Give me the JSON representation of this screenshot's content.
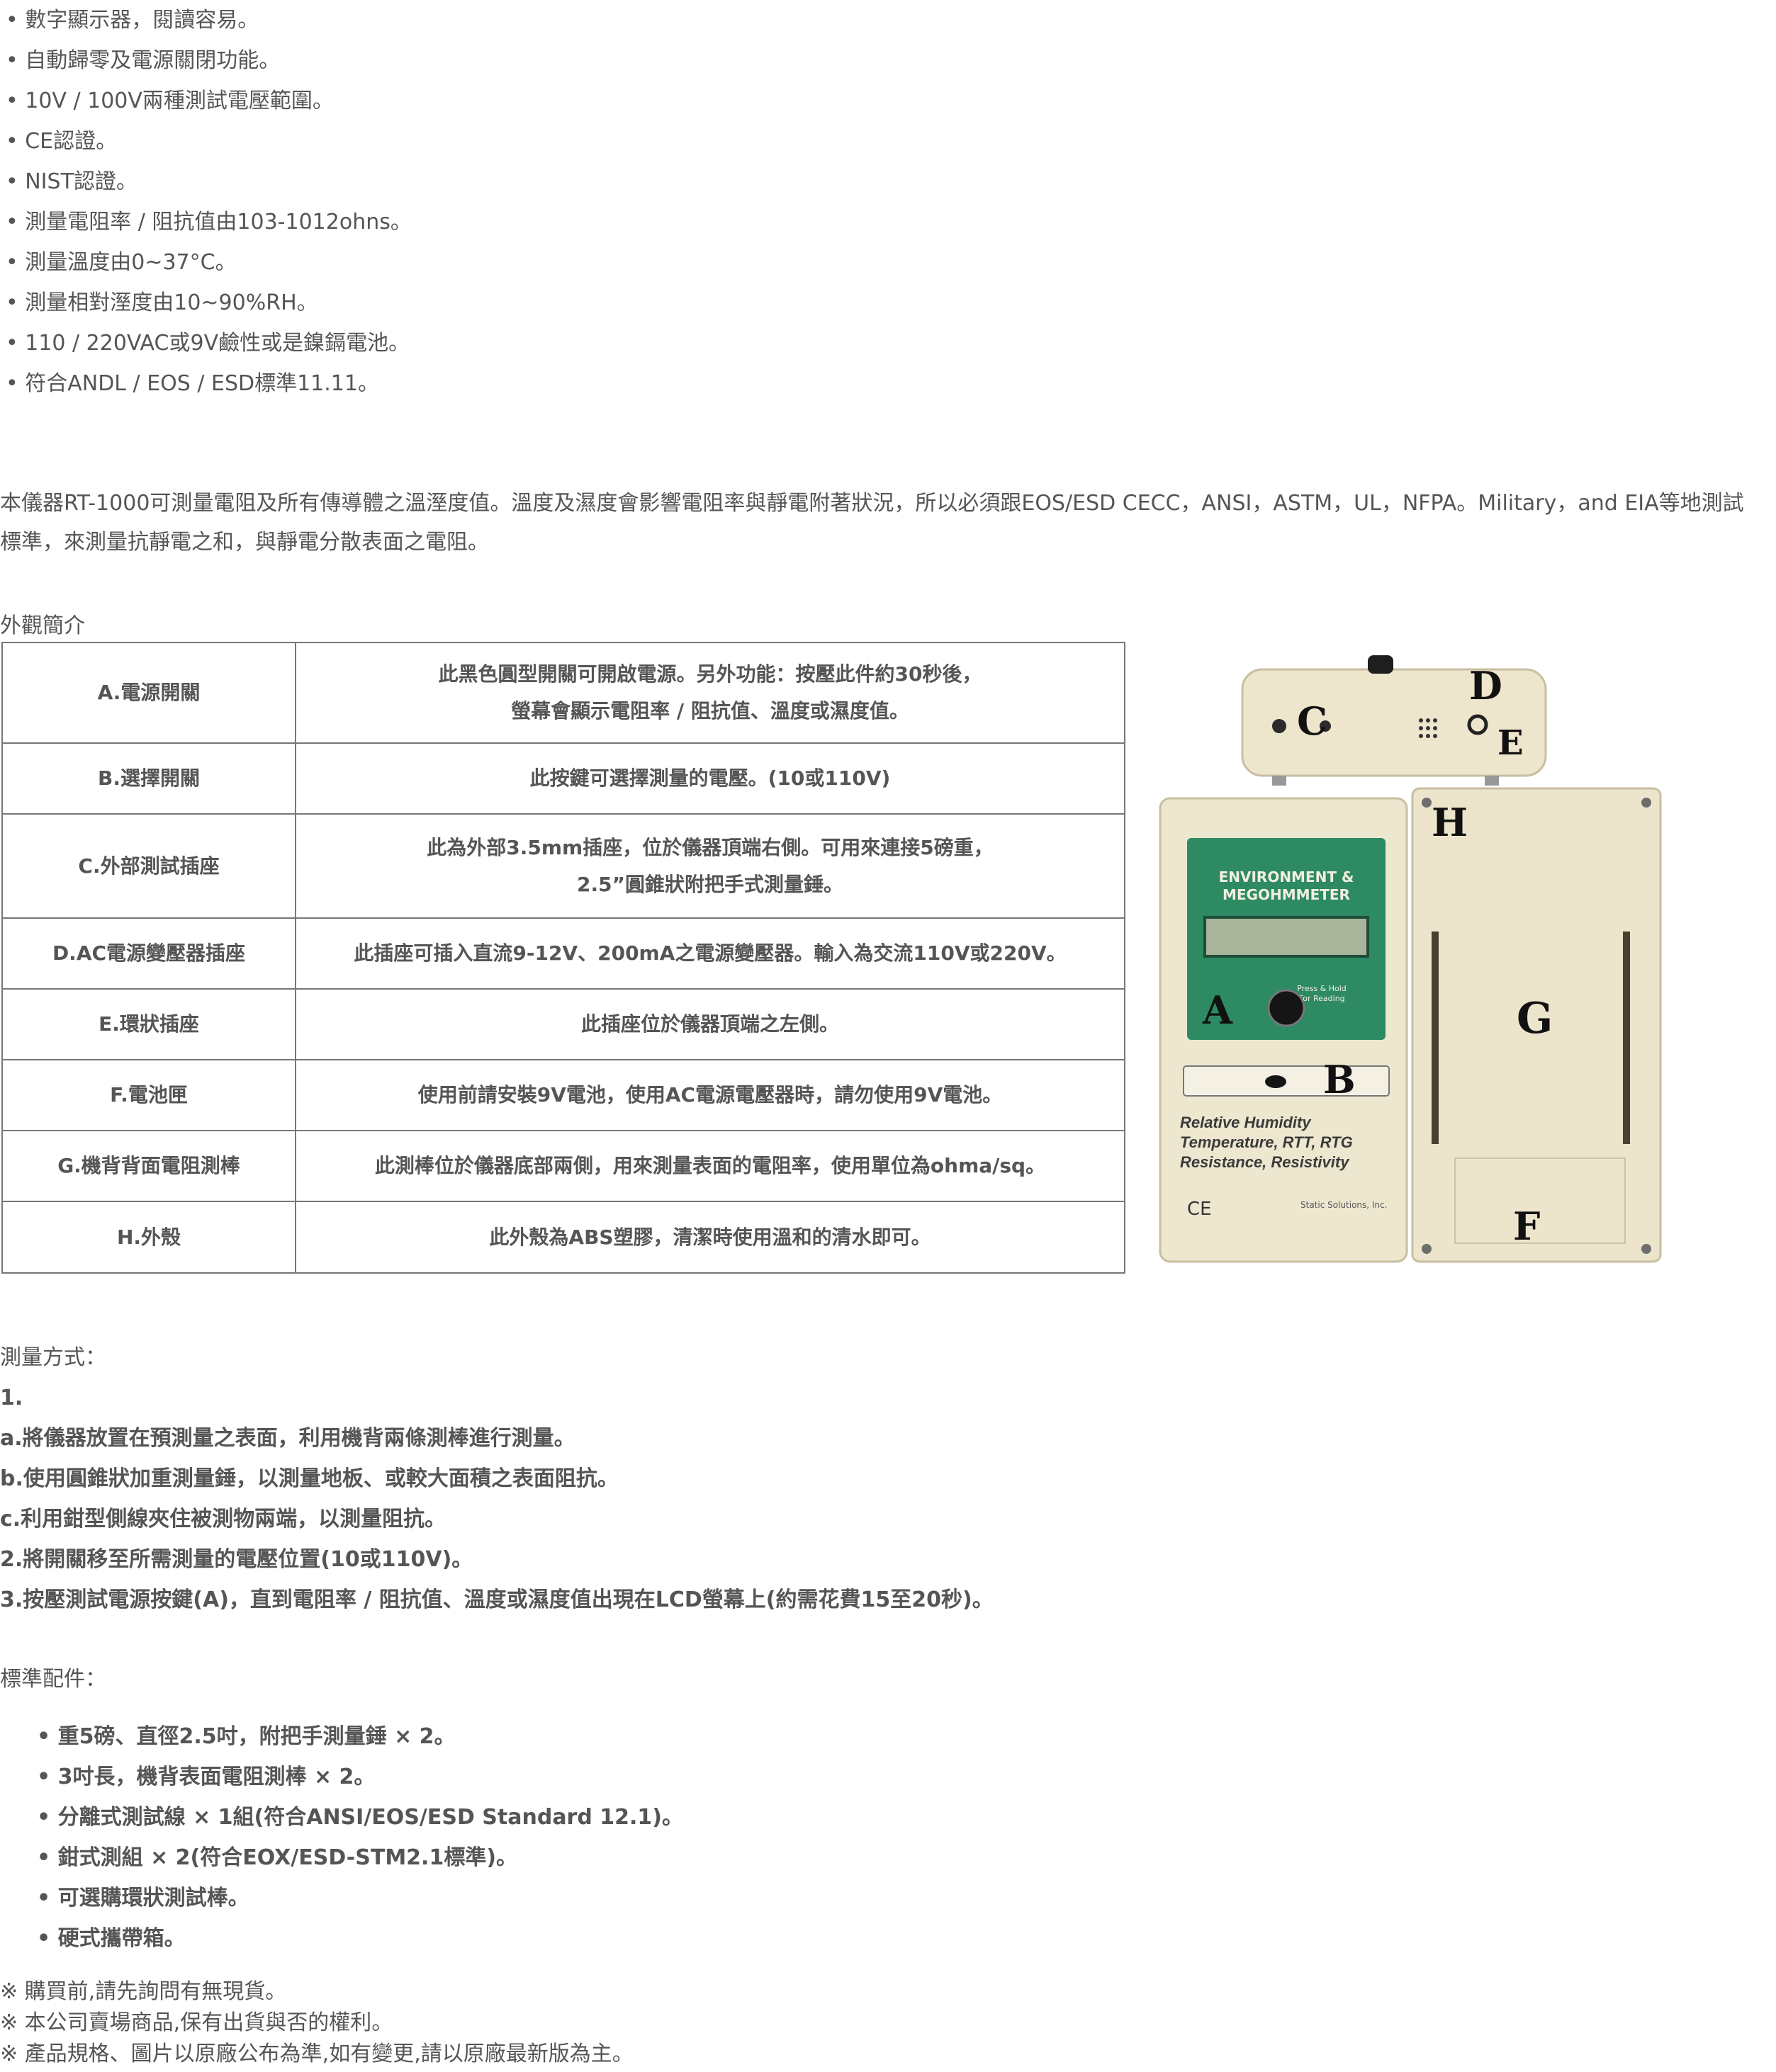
{
  "features": [
    "數字顯示器，閱讀容易。",
    "自動歸零及電源關閉功能。",
    "10V / 100V兩種測試電壓範圍。",
    "CE認證。",
    "NIST認證。",
    "測量電阻率 / 阻抗值由103-1012ohns。",
    "測量溫度由0~37°C。",
    "測量相對溼度由10~90%RH。",
    "110 / 220VAC或9V鹼性或是鎳鎘電池。",
    "符合ANDL / EOS / ESD標準11.11。"
  ],
  "intro": "本儀器RT-1000可測量電阻及所有傳導體之溫溼度值。溫度及濕度會影響電阻率與靜電附著狀況，所以必須跟EOS/ESD CECC，ANSI，ASTM，UL，NFPA。Military，and EIA等地測試標準，來測量抗靜電之和，與靜電分散表面之電阻。",
  "overview_title": "外觀簡介",
  "parts": [
    {
      "name": "A.電源開關",
      "desc": [
        "此黑色圓型開關可開啟電源。另外功能：按壓此件約30秒後，",
        "螢幕會顯示電阻率 / 阻抗值、溫度或濕度值。"
      ]
    },
    {
      "name": "B.選擇開關",
      "desc": [
        "此按鍵可選擇測量的電壓。(10或110V)"
      ]
    },
    {
      "name": "C.外部測試插座",
      "desc": [
        "此為外部3.5mm插座，位於儀器頂端右側。可用來連接5磅重，",
        "2.5”圓錐狀附把手式測量錘。"
      ]
    },
    {
      "name": "D.AC電源變壓器插座",
      "desc": [
        "此插座可插入直流9-12V、200mA之電源變壓器。輸入為交流110V或220V。"
      ]
    },
    {
      "name": "E.環狀插座",
      "desc": [
        "此插座位於儀器頂端之左側。"
      ]
    },
    {
      "name": "F.電池匣",
      "desc": [
        "使用前請安裝9V電池，使用AC電源電壓器時，請勿使用9V電池。"
      ]
    },
    {
      "name": "G.機背背面電阻測棒",
      "desc": [
        "此測棒位於儀器底部兩側，用來測量表面的電阻率，使用單位為ohma/sq。"
      ]
    },
    {
      "name": "H.外殼",
      "desc": [
        "此外殼為ABS塑膠，清潔時使用溫和的清水即可。"
      ]
    }
  ],
  "photo": {
    "labels": [
      "A",
      "B",
      "C",
      "D",
      "E",
      "F",
      "G",
      "H"
    ],
    "panel_title": [
      "ENVIRONMENT &",
      "MEGOHMMETER"
    ],
    "panel_small": [
      "Press & Hold",
      "For Reading"
    ],
    "caption": [
      "Relative  Humidity",
      "Temperature, RTT, RTG",
      "Resistance, Resistivity"
    ],
    "ce_mark": "CE",
    "brand": "Static Solutions, Inc."
  },
  "method": {
    "title": "測量方式：",
    "items": [
      "1.",
      "a.將儀器放置在預測量之表面，利用機背兩條測棒進行測量。",
      "b.使用圓錐狀加重測量錘，以測量地板、或較大面積之表面阻抗。",
      "c.利用鉗型側線夾住被測物兩端，以測量阻抗。",
      "2.將開關移至所需測量的電壓位置(10或110V)。",
      "3.按壓測試電源按鍵(A)，直到電阻率 / 阻抗值、溫度或濕度值出現在LCD螢幕上(約需花費15至20秒)。"
    ]
  },
  "accessories": {
    "title": "標準配件：",
    "items": [
      "重5磅、直徑2.5吋，附把手測量錘 × 2。",
      "3吋長，機背表面電阻測棒 × 2。",
      "分離式測試線 × 1組(符合ANSI/EOS/ESD Standard 12.1)。",
      "鉗式測組 × 2(符合EOX/ESD-STM2.1標準)。",
      "可選購環狀測試棒。",
      "硬式攜帶箱。"
    ]
  },
  "notes": [
    "※ 購買前,請先詢問有無現貨。",
    "※ 本公司賣場商品,保有出貨與否的權利。",
    "※ 產品規格、圖片以原廠公布為準,如有變更,請以原廠最新版為主。"
  ]
}
